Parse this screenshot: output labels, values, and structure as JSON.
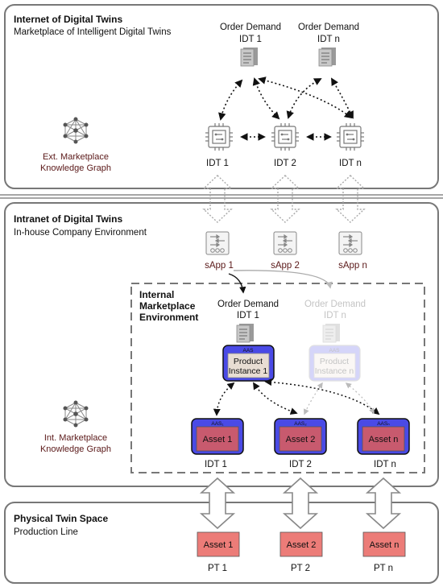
{
  "sections": {
    "internet": {
      "title": "Internet of Digital Twins",
      "subtitle": "Marketplace of Intelligent Digital Twins"
    },
    "intranet": {
      "title": "Intranet of Digital Twins",
      "subtitle": "In-house Company Environment"
    },
    "physical": {
      "title": "Physical Twin Space",
      "subtitle": "Production Line"
    }
  },
  "internal_marketplace": {
    "title_lines": [
      "Internal",
      "Marketplace",
      "Environment"
    ]
  },
  "ext_kg": {
    "lines": [
      "Ext. Marketplace",
      "Knowledge Graph"
    ]
  },
  "int_kg": {
    "lines": [
      "Int. Marketplace",
      "Knowledge Graph"
    ]
  },
  "order_demands_top": [
    {
      "line1": "Order Demand",
      "line2": "IDT 1"
    },
    {
      "line1": "Order Demand",
      "line2": "IDT n"
    }
  ],
  "idts_top": [
    "IDT 1",
    "IDT 2",
    "IDT n"
  ],
  "sapps": [
    "sApp 1",
    "sApp 2",
    "sApp n"
  ],
  "order_demands_internal": [
    {
      "line1": "Order Demand",
      "line2": "IDT 1"
    },
    {
      "line1": "Order Demand",
      "line2": "IDT n"
    }
  ],
  "product_instances": [
    {
      "tag": "AAS",
      "line1": "Product",
      "line2": "Instance 1"
    },
    {
      "tag": "AAS",
      "line1": "Product",
      "line2": "Instance n"
    }
  ],
  "assets_internal": [
    {
      "tag": "AAS₁",
      "label": "Asset 1",
      "idt": "IDT 1"
    },
    {
      "tag": "AAS₂",
      "label": "Asset 2",
      "idt": "IDT 2"
    },
    {
      "tag": "AASₙ",
      "label": "Asset n",
      "idt": "IDT n"
    }
  ],
  "physical_assets": [
    {
      "label": "Asset 1",
      "pt": "PT 1"
    },
    {
      "label": "Asset 2",
      "pt": "PT 2"
    },
    {
      "label": "Asset n",
      "pt": "PT n"
    }
  ],
  "colors": {
    "aas_blue": "#4a4ae6",
    "asset_red": "#c85a6e",
    "product_beige": "#e8ddd3",
    "physical_red": "#ec7c78"
  }
}
